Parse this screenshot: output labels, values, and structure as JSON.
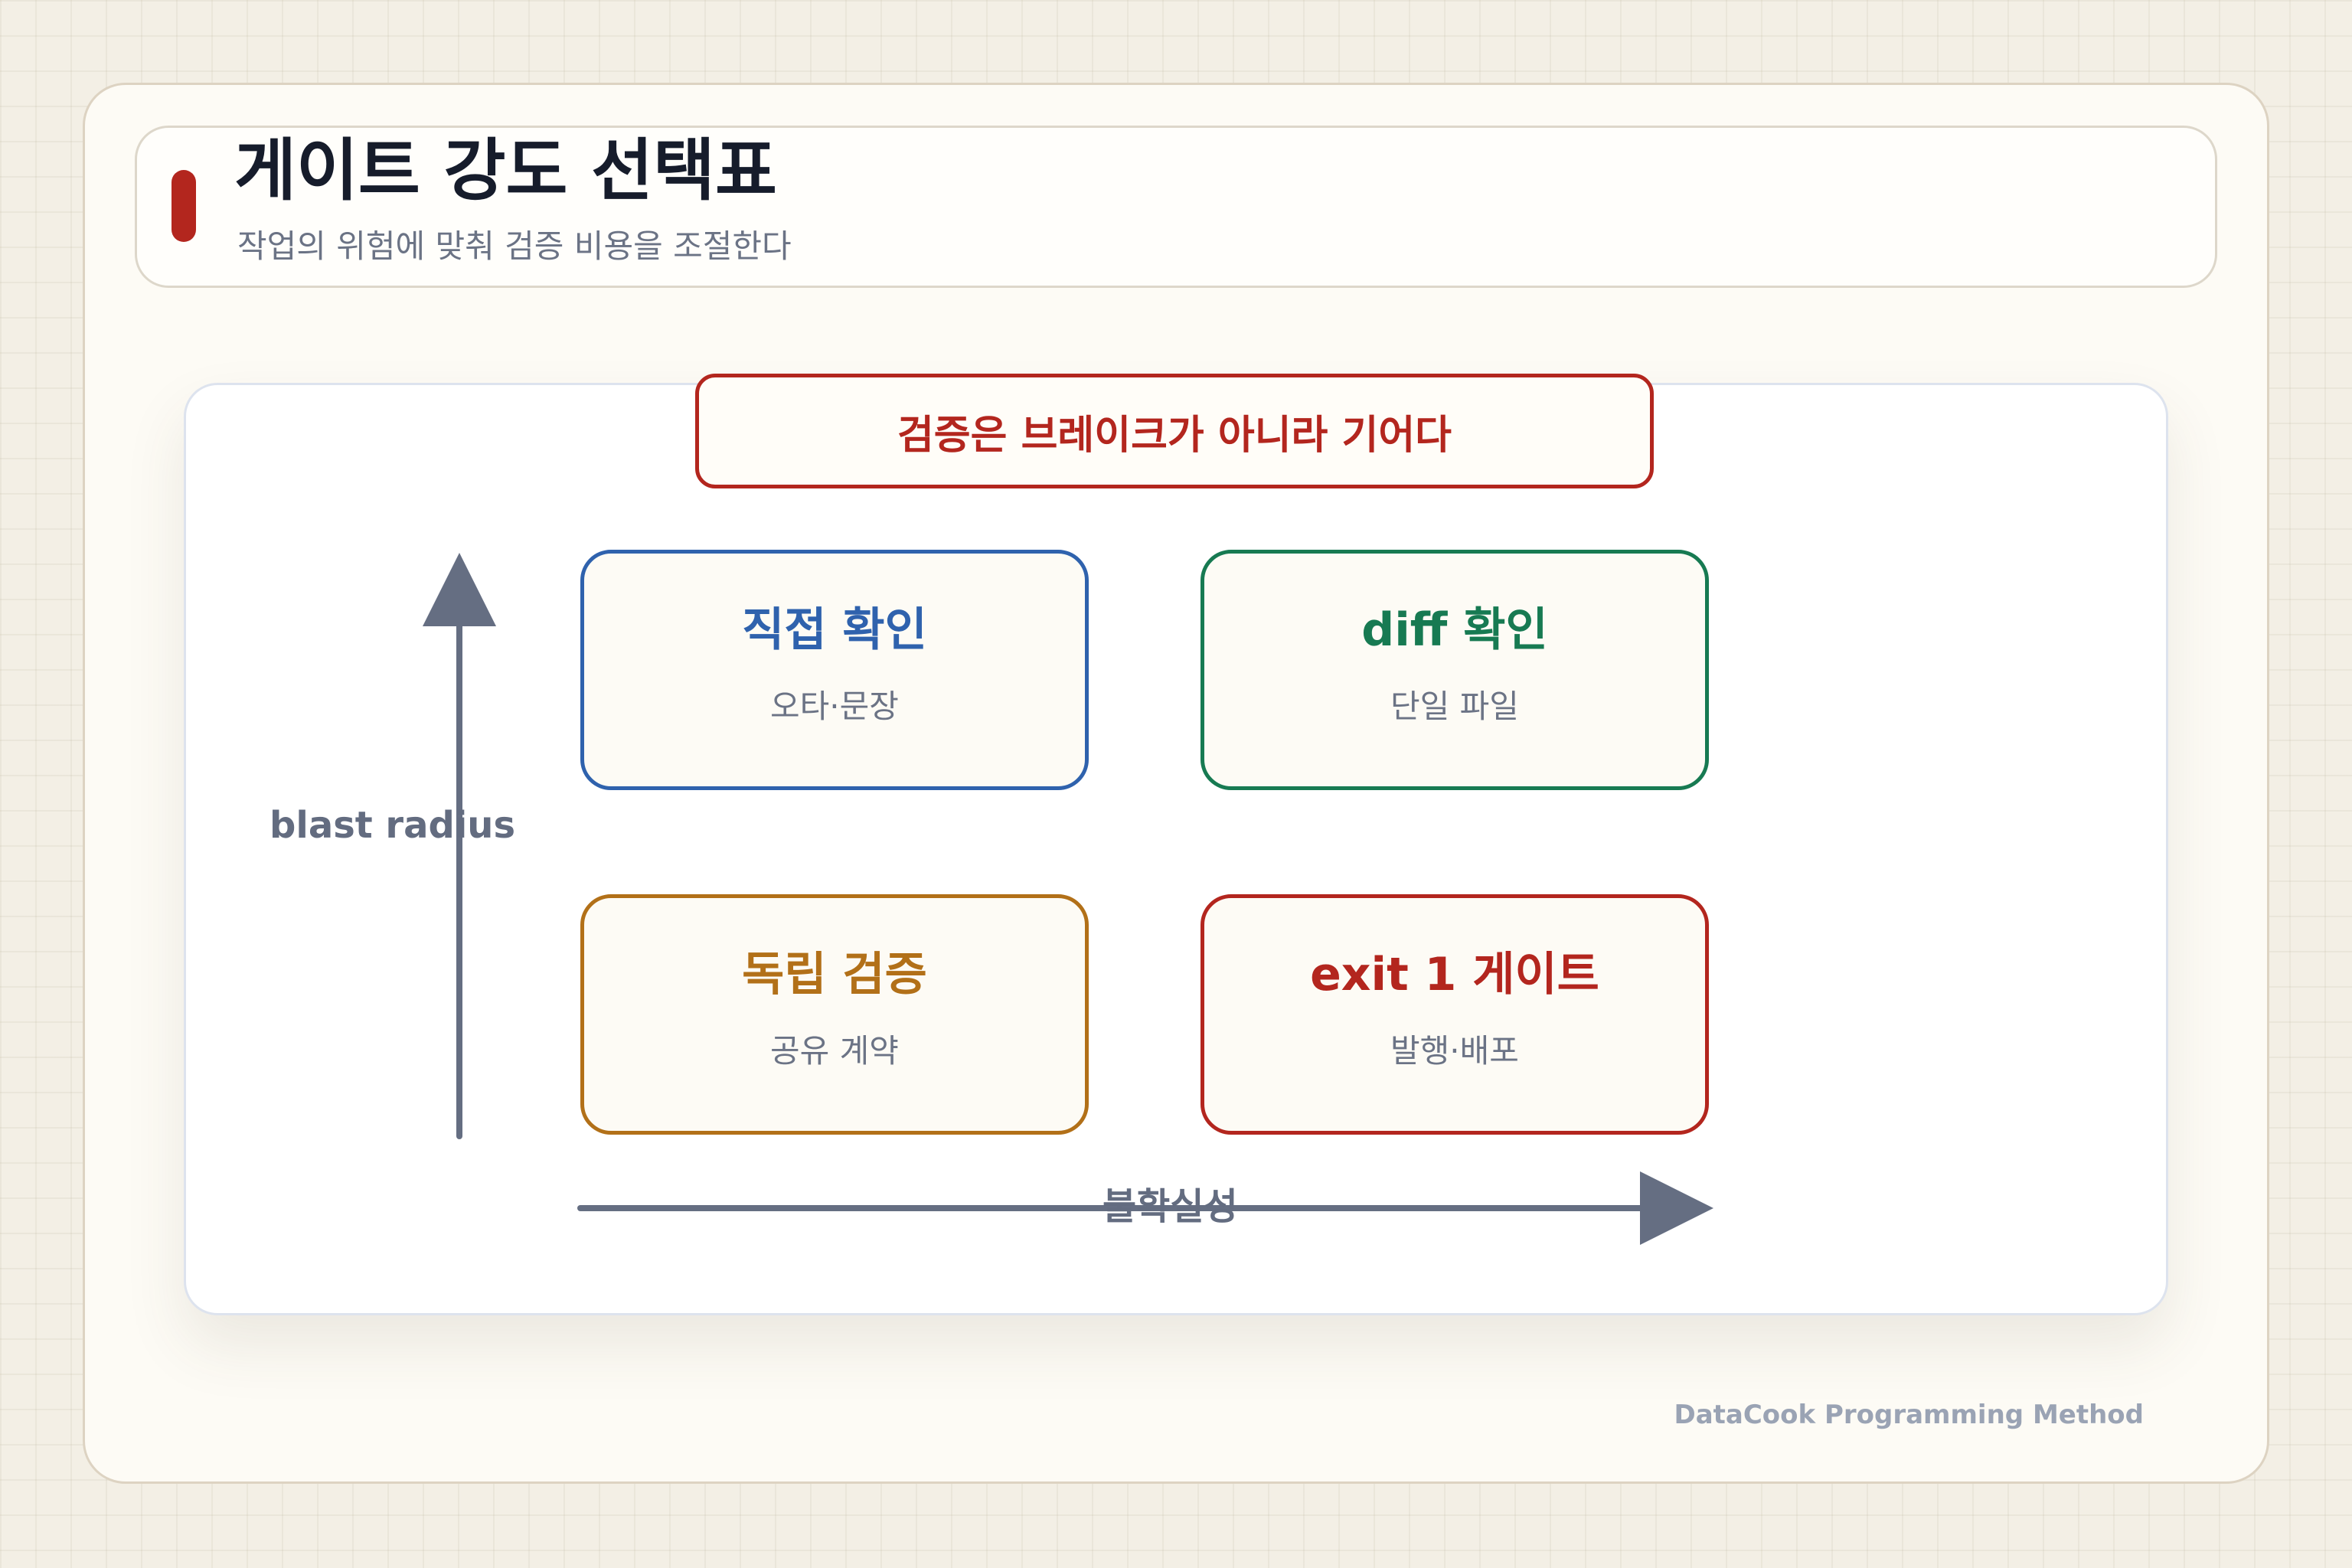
{
  "header": {
    "title": "게이트 강도 선택표",
    "subtitle": "작업의 위험에 맞춰 검증 비용을 조절한다"
  },
  "diagram": {
    "callout": "검증은 브레이크가 아니라 기어다",
    "y_axis_label": "blast radius",
    "x_axis_label": "불확실성",
    "cells": [
      {
        "title": "직접 확인",
        "subtitle": "오타·문장",
        "color": "#2f62ad"
      },
      {
        "title": "diff 확인",
        "subtitle": "단일 파일",
        "color": "#177a52"
      },
      {
        "title": "독립 검증",
        "subtitle": "공유 계약",
        "color": "#b27018"
      },
      {
        "title": "exit 1 게이트",
        "subtitle": "발행·배포",
        "color": "#b3261e"
      }
    ]
  },
  "footer": {
    "brand": "DataCook Programming Method"
  }
}
